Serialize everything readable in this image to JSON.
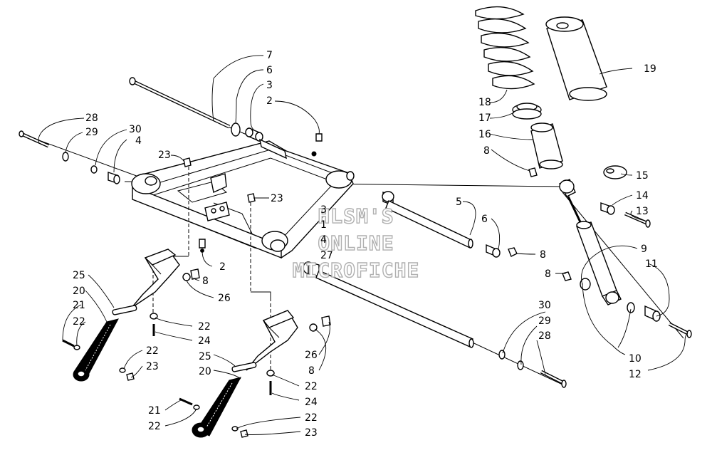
{
  "watermark": [
    "HLSM'S",
    "ONLINE",
    "MICROFICHE"
  ],
  "callouts": {
    "c7": "7",
    "c6a": "6",
    "c3a": "3",
    "c2a": "2",
    "c28a": "28",
    "c29a": "29",
    "c30a": "30",
    "c4a": "4",
    "c23a": "23",
    "c23b": "23",
    "c19": "19",
    "c18": "18",
    "c17": "17",
    "c16": "16",
    "c8a": "8",
    "c15": "15",
    "c14": "14",
    "c13": "13",
    "c5": "5",
    "c6b": "6",
    "c3b": "3",
    "c1": "1",
    "c4b": "4",
    "c27": "27",
    "c8b": "8",
    "c9": "9",
    "c11": "11",
    "c8c": "8",
    "c2b": "2",
    "c8d": "8",
    "c26a": "26",
    "c25a": "25",
    "c20a": "20",
    "c21a": "21",
    "c22a": "22",
    "c22b": "22",
    "c24a": "24",
    "c22c": "22",
    "c23c": "23",
    "c30b": "30",
    "c29b": "29",
    "c28b": "28",
    "c10": "10",
    "c12": "12",
    "c26b": "26",
    "c8e": "8",
    "c25b": "25",
    "c20b": "20",
    "c22d": "22",
    "c24b": "24",
    "c21b": "21",
    "c22e": "22",
    "c22f": "22",
    "c23d": "23"
  }
}
